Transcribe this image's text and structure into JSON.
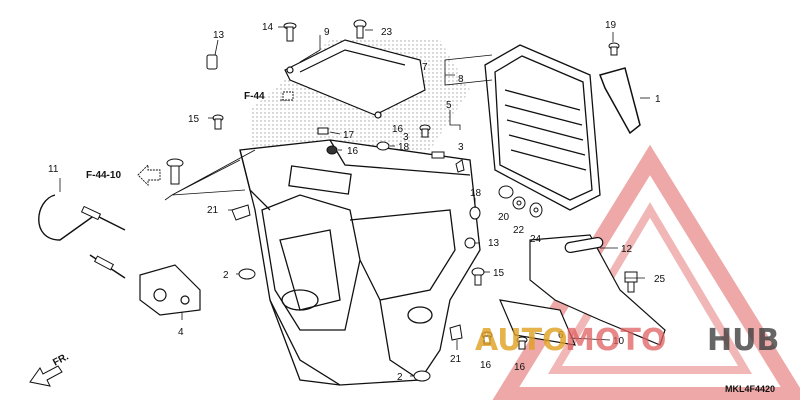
{
  "diagram": {
    "part_labels": [
      "1",
      "2",
      "2",
      "3",
      "3",
      "4",
      "5",
      "6",
      "7",
      "8",
      "9",
      "10",
      "11",
      "12",
      "13",
      "13",
      "14",
      "15",
      "15",
      "16",
      "16",
      "16",
      "16",
      "17",
      "18",
      "18",
      "19",
      "20",
      "21",
      "21",
      "22",
      "23",
      "24",
      "25"
    ],
    "ref_f44": "F-44",
    "ref_f4410": "F-44-10",
    "front_label": "FR.",
    "catalog_code": "MKL4F4420"
  },
  "watermark": {
    "brand_part1": "AUTO",
    "brand_part2": "MOTO",
    "brand_part3": "HUB",
    "accent_color": "#e03030",
    "gold_color": "#e0a020",
    "dark_color": "#404040"
  }
}
